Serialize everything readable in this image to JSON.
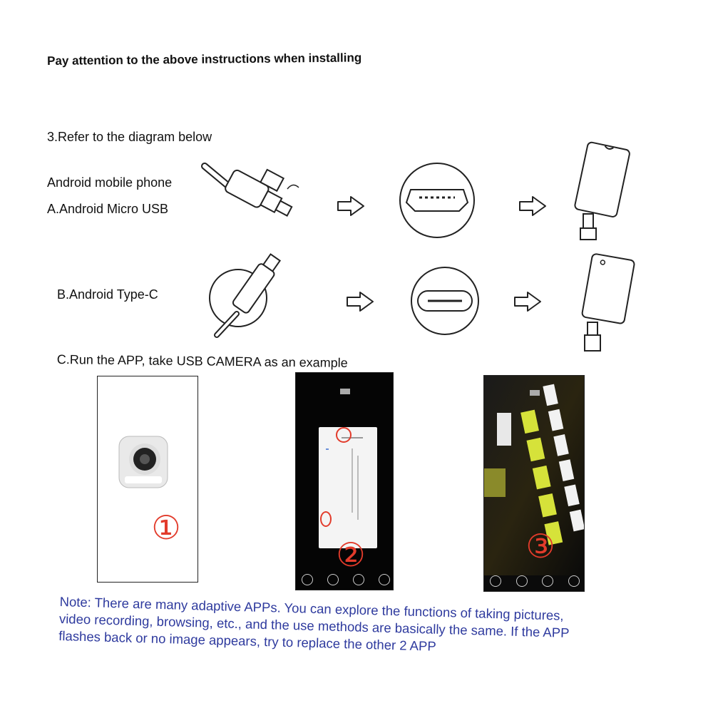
{
  "heading": "Pay attention to the above instructions when installing",
  "step3": "3.Refer to the diagram below",
  "android_phone": "Android mobile phone",
  "option_a": "A.Android Micro USB",
  "option_b": "B.Android Type-C",
  "option_c": "C.Run the APP, take USB CAMERA as an example",
  "screens": [
    {
      "number": "①"
    },
    {
      "number": "②"
    },
    {
      "number": "③"
    }
  ],
  "note_lines": [
    "Note: There are many adaptive APPs. You can explore the functions of taking pictures,",
    "video recording, browsing, etc., and the use methods are basically the same. If the APP",
    "flashes back or no image appears, try to replace the other 2 APP"
  ],
  "colors": {
    "text": "#111111",
    "note": "#2e3a9e",
    "marker_red": "#e23b2b"
  },
  "icons": [
    "usb-cable-icon",
    "arrow-right-icon",
    "micro-usb-port-icon",
    "type-c-port-icon",
    "phone-icon",
    "app-icon",
    "settings-icon"
  ]
}
